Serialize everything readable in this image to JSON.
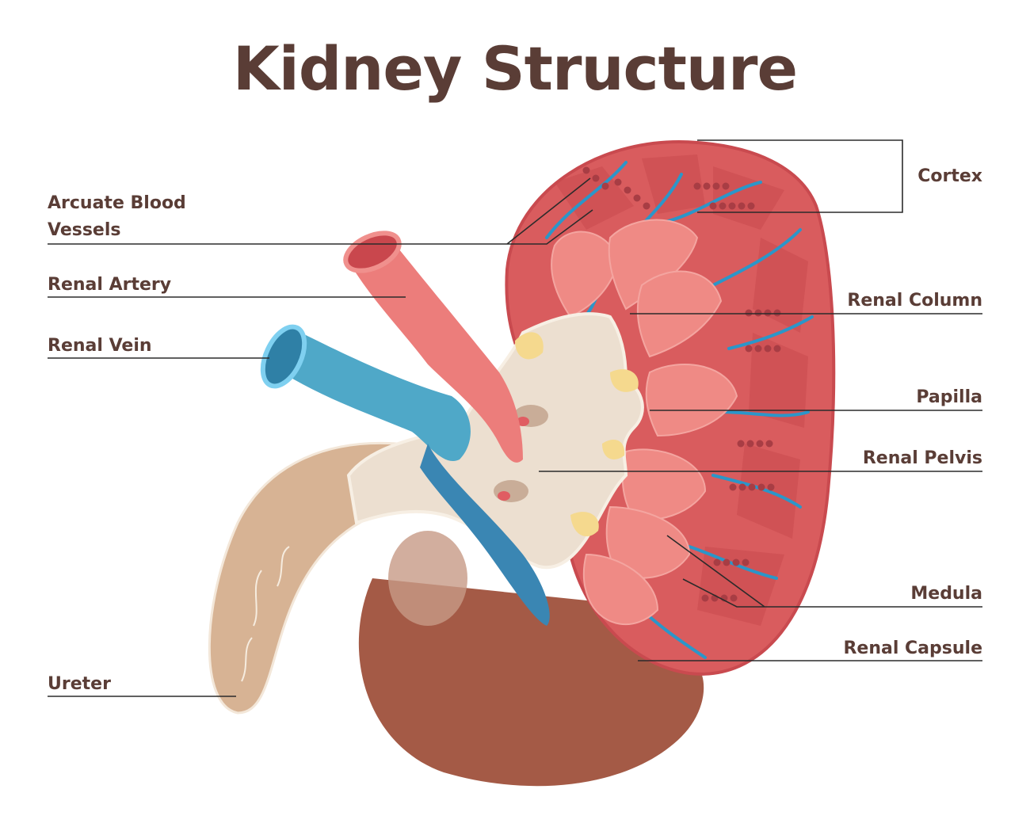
{
  "title": "Kidney Structure",
  "colors": {
    "text": "#5a3d36",
    "leader": "#2b2b2b",
    "cortex": "#d95c5e",
    "cortex_dark": "#c94a4f",
    "medulla": "#ef8a85",
    "pyramid": "#e97773",
    "pelvis": "#ecdfd0",
    "vein": "#4fa8c8",
    "artery": "#ec7d7b",
    "ureter": "#d7b394",
    "fat": "#f5d98e",
    "capsule_bottom": "#a45a46",
    "vessel_blue": "#2b96c9"
  },
  "labels": {
    "arcuate_line1": "Arcuate Blood",
    "arcuate_line2": "Vessels",
    "renal_artery": "Renal Artery",
    "renal_vein": "Renal Vein",
    "ureter": "Ureter",
    "cortex": "Cortex",
    "renal_column": "Renal Column",
    "papilla": "Papilla",
    "renal_pelvis": "Renal Pelvis",
    "medula": "Medula",
    "renal_capsule": "Renal Capsule"
  }
}
